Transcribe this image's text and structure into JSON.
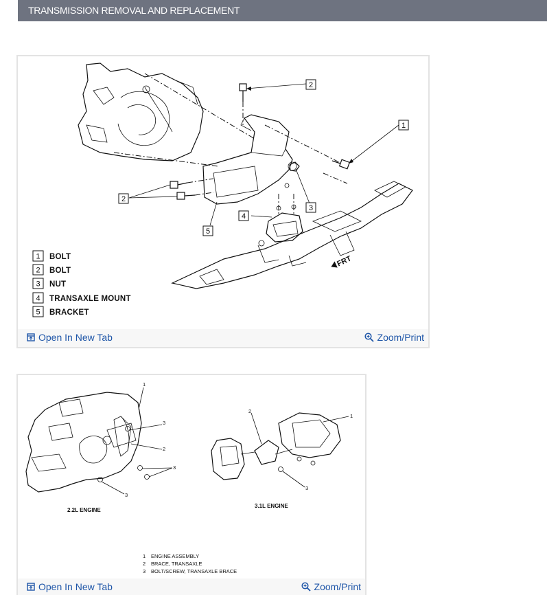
{
  "header": {
    "title": "TRANSMISSION REMOVAL AND REPLACEMENT"
  },
  "figure1": {
    "callouts": [
      "1",
      "2",
      "2",
      "3",
      "4",
      "5"
    ],
    "legend": [
      {
        "num": "1",
        "label": "BOLT"
      },
      {
        "num": "2",
        "label": "BOLT"
      },
      {
        "num": "3",
        "label": "NUT"
      },
      {
        "num": "4",
        "label": "TRANSAXLE MOUNT"
      },
      {
        "num": "5",
        "label": "BRACKET"
      }
    ],
    "frt_label": "FRT",
    "open_label": "Open In New Tab",
    "zoom_label": "Zoom/Print"
  },
  "figure2": {
    "left_caption": "2.2L ENGINE",
    "right_caption": "3.1L ENGINE",
    "left_callouts": [
      "1",
      "3",
      "2",
      "3",
      "3"
    ],
    "right_callouts": [
      "2",
      "1",
      "3"
    ],
    "legend": [
      {
        "num": "1",
        "label": "ENGINE ASSEMBLY"
      },
      {
        "num": "2",
        "label": "BRACE, TRANSAXLE"
      },
      {
        "num": "3",
        "label": "BOLT/SCREW, TRANSAXLE BRACE"
      }
    ],
    "open_label": "Open In New Tab",
    "zoom_label": "Zoom/Print"
  },
  "colors": {
    "header_bg": "#6e7380",
    "link": "#1f56a8",
    "card_border": "#e3e3e3",
    "footer_bg": "#f7f7f7"
  }
}
